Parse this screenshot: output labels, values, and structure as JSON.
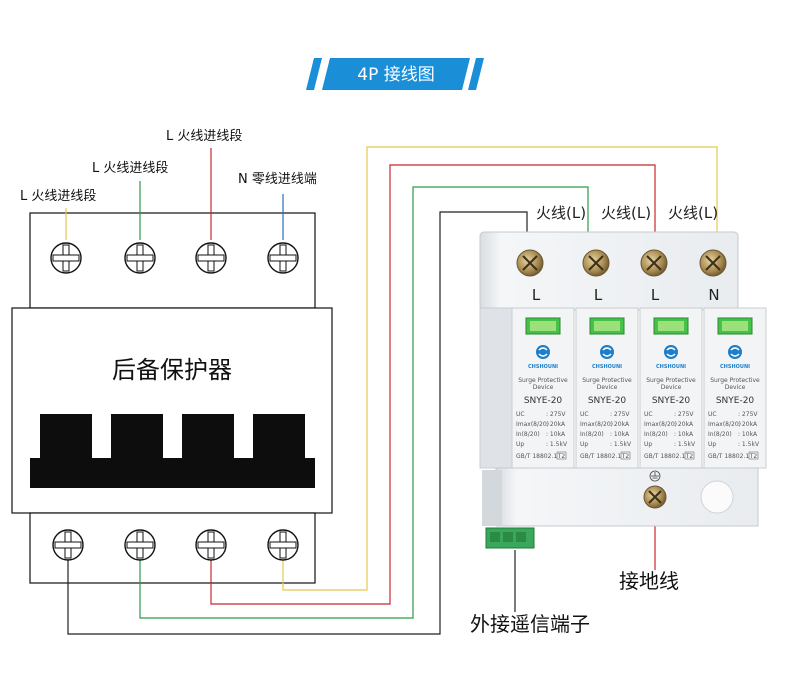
{
  "title": "4P 接线图",
  "breaker": {
    "name": "后备保护器",
    "labels": [
      "L 火线进线段",
      "L 火线进线段",
      "L 火线进线段",
      "N 零线进线端"
    ]
  },
  "spd": {
    "top_labels": [
      "火线(L)",
      "火线(L)",
      "火线(L)"
    ],
    "terminal_letters": [
      "L",
      "L",
      "L",
      "N"
    ],
    "brand": "CHSHOUNI",
    "desc_line1": "Surge Protective",
    "desc_line2": "Device",
    "model": "SNYE-20",
    "specs": [
      {
        "k": "UC",
        "v": ": 275V"
      },
      {
        "k": "Imax(8/20)",
        "v": ": 20kA"
      },
      {
        "k": "In(8/20)",
        "v": ": 10kA"
      },
      {
        "k": "Up",
        "v": ": 1.5kV"
      }
    ],
    "standard": "GB/T 18802.1",
    "standard_mark": "T2"
  },
  "annotations": {
    "ground": "接地线",
    "remote": "外接遥信端子"
  },
  "colors": {
    "title_bg": "#1a8fd8",
    "wire_yellow": "#e8c84a",
    "wire_red": "#c8282e",
    "wire_green": "#2e9a4a",
    "wire_black": "#222222",
    "wire_blue": "#2b6fb8"
  }
}
